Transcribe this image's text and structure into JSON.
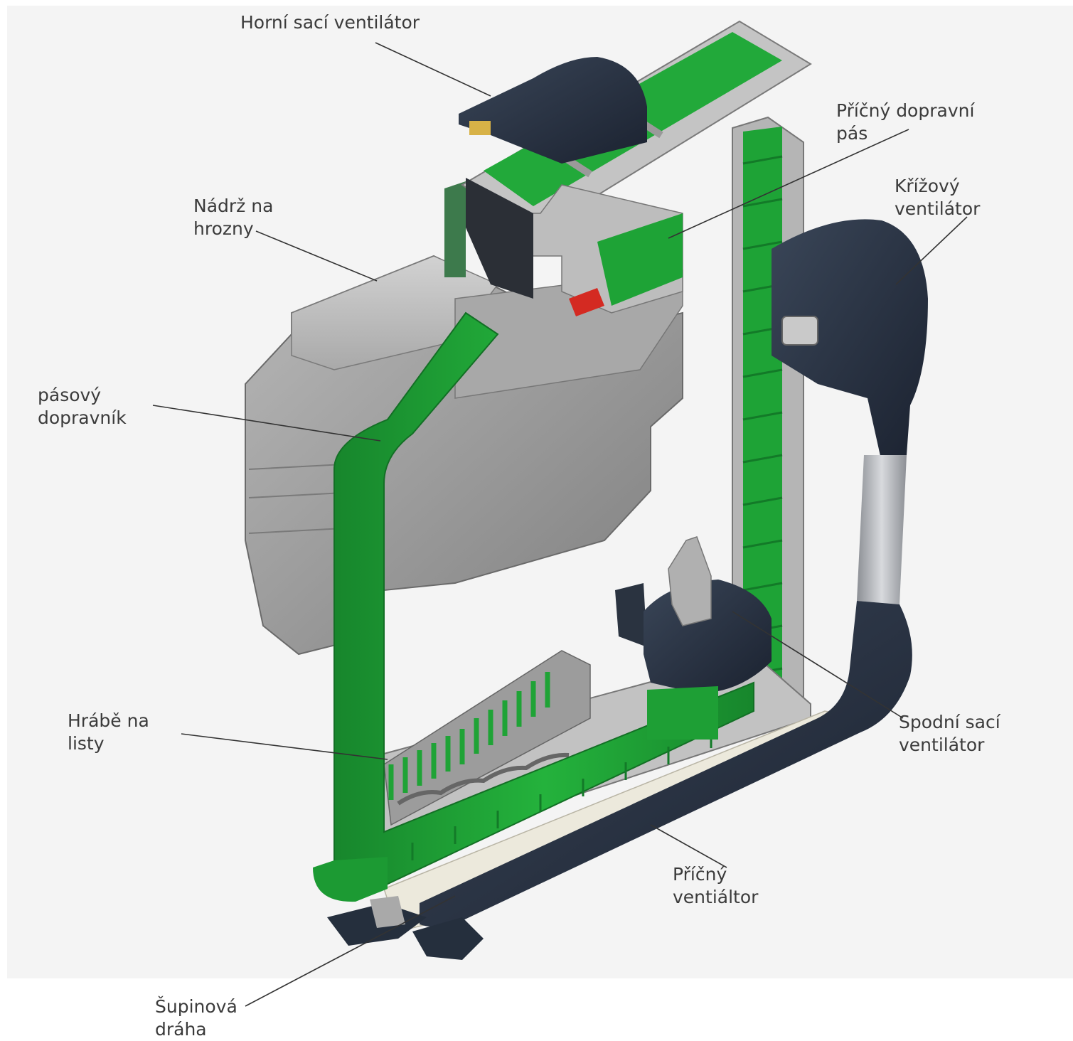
{
  "labels": {
    "upper_fan": {
      "lines": [
        "Horní sací ventilátor"
      ]
    },
    "cross_belt": {
      "lines": [
        "Příčný dopravní",
        "pás"
      ]
    },
    "cross_fan": {
      "lines": [
        "Křížový",
        "ventilátor"
      ]
    },
    "grape_tank": {
      "lines": [
        "Nádrž na",
        "hrozny"
      ]
    },
    "belt_conveyor": {
      "lines": [
        "pásový",
        "dopravník"
      ]
    },
    "leaf_rake": {
      "lines": [
        "Hrábě na",
        "listy"
      ]
    },
    "lower_fan": {
      "lines": [
        "Spodní sací",
        "ventilátor"
      ]
    },
    "transverse_fan": {
      "lines": [
        "Příčný",
        "ventiáltor"
      ]
    },
    "scale_track": {
      "lines": [
        "Šupinová",
        "dráha"
      ]
    }
  },
  "colors": {
    "belt_green": "#1fa336",
    "belt_dark_green": "#15782a",
    "housing_gray": "#9a9a9a",
    "frame_light_gray": "#c4c4c4",
    "fan_navy": "#252f3d",
    "accent_red": "#d42a22",
    "leader_line": "#333333"
  }
}
